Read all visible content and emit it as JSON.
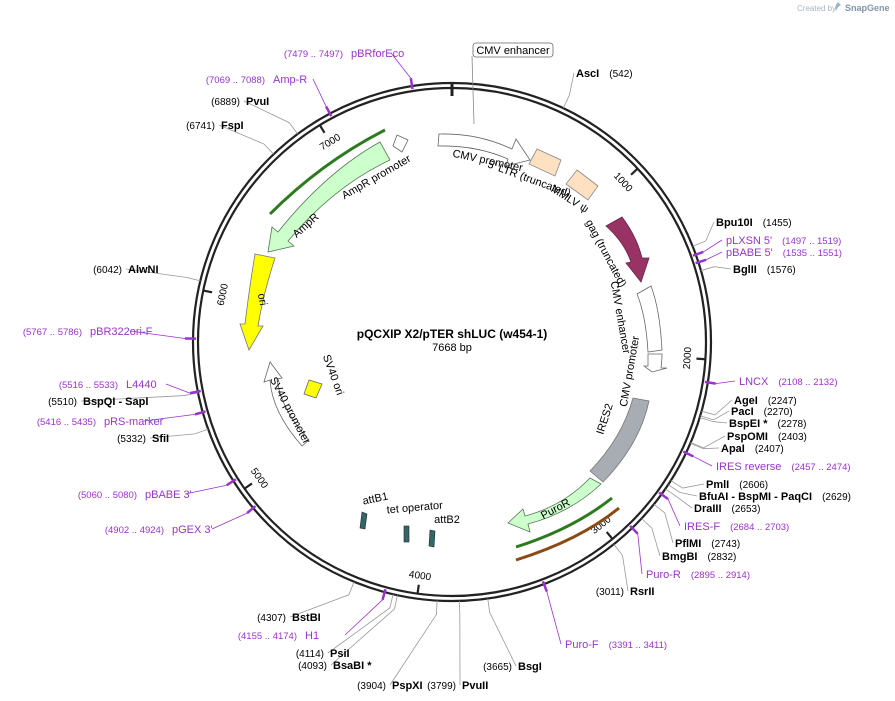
{
  "credit": {
    "created_by": "Created by",
    "brand": "SnapGene"
  },
  "plasmid": {
    "name": "pQCXIP X2/pTER shLUC (w454-1)",
    "size_label": "7668 bp",
    "length": 7668
  },
  "colors": {
    "enzyme": "#000000",
    "primer": "#9933cc",
    "backbone": "#222222",
    "ampr": "#ccffcc",
    "ori": "#ffff00",
    "ltr": "#ffe0c0",
    "gag": "#993366",
    "ires": "#a8adb4",
    "puror": "#ccffcc",
    "operator": "#336666",
    "promoter": "#ffffff"
  },
  "ticks": [
    "1000",
    "2000",
    "3000",
    "4000",
    "5000",
    "6000",
    "7000"
  ],
  "enzymes": [
    {
      "name": "AscI",
      "pos": "(542)",
      "bp": 542
    },
    {
      "name": "Bpu10I",
      "pos": "(1455)",
      "bp": 1455
    },
    {
      "name": "BglII",
      "pos": "(1576)",
      "bp": 1576
    },
    {
      "name": "AgeI",
      "pos": "(2247)",
      "bp": 2247
    },
    {
      "name": "PacI",
      "pos": "(2270)",
      "bp": 2270
    },
    {
      "name": "BspEI *",
      "pos": "(2278)",
      "bp": 2278
    },
    {
      "name": "PspOMI",
      "pos": "(2403)",
      "bp": 2403
    },
    {
      "name": "ApaI",
      "pos": "(2407)",
      "bp": 2407
    },
    {
      "name": "PmlI",
      "pos": "(2606)",
      "bp": 2606
    },
    {
      "name": "BfuAI - BspMI - PaqCI",
      "pos": "(2629)",
      "bp": 2629
    },
    {
      "name": "DraIII",
      "pos": "(2653)",
      "bp": 2653
    },
    {
      "name": "PflMI",
      "pos": "(2743)",
      "bp": 2743
    },
    {
      "name": "BmgBI",
      "pos": "(2832)",
      "bp": 2832
    },
    {
      "name": "RsrII",
      "pos": "(3011)",
      "bp": 3011
    },
    {
      "name": "BsgI",
      "pos": "(3665)",
      "bp": 3665
    },
    {
      "name": "PvuII",
      "pos": "(3799)",
      "bp": 3799
    },
    {
      "name": "PspXI",
      "pos": "(3904)",
      "bp": 3904
    },
    {
      "name": "BsaBI *",
      "pos": "(4093)",
      "bp": 4093
    },
    {
      "name": "PsiI",
      "pos": "(4114)",
      "bp": 4114
    },
    {
      "name": "BstBI",
      "pos": "(4307)",
      "bp": 4307
    },
    {
      "name": "SfiI",
      "pos": "(5332)",
      "bp": 5332
    },
    {
      "name": "BspQI - SapI",
      "pos": "(5510)",
      "bp": 5510
    },
    {
      "name": "AlwNI",
      "pos": "(6042)",
      "bp": 6042
    },
    {
      "name": "FspI",
      "pos": "(6741)",
      "bp": 6741
    },
    {
      "name": "PvuI",
      "pos": "(6889)",
      "bp": 6889
    }
  ],
  "primers": [
    {
      "name": "pLXSN 5'",
      "range": "(1497 .. 1519)",
      "bp": 1497
    },
    {
      "name": "pBABE 5'",
      "range": "(1535 .. 1551)",
      "bp": 1535
    },
    {
      "name": "LNCX",
      "range": "(2108 .. 2132)",
      "bp": 2108
    },
    {
      "name": "IRES reverse",
      "range": "(2457 .. 2474)",
      "bp": 2457
    },
    {
      "name": "IRES-F",
      "range": "(2684 .. 2703)",
      "bp": 2684
    },
    {
      "name": "Puro-R",
      "range": "(2895 .. 2914)",
      "bp": 2895
    },
    {
      "name": "Puro-F",
      "range": "(3391 .. 3411)",
      "bp": 3391
    },
    {
      "name": "H1",
      "range": "(4155 .. 4174)",
      "bp": 4155
    },
    {
      "name": "pGEX 3'",
      "range": "(4902 .. 4924)",
      "bp": 4902
    },
    {
      "name": "pBABE 3'",
      "range": "(5060 .. 5080)",
      "bp": 5060
    },
    {
      "name": "pRS-marker",
      "range": "(5416 .. 5435)",
      "bp": 5416
    },
    {
      "name": "L4440",
      "range": "(5516 .. 5533)",
      "bp": 5516
    },
    {
      "name": "pBR322ori-F",
      "range": "(5767 .. 5786)",
      "bp": 5767
    },
    {
      "name": "Amp-R",
      "range": "(7069 .. 7088)",
      "bp": 7069
    },
    {
      "name": "pBRforEco",
      "range": "(7479 .. 7497)",
      "bp": 7479
    }
  ],
  "features": {
    "cmv_enhancer_top": "CMV enhancer",
    "cmv_promoter_top": "CMV promoter",
    "ltr5": "5' LTR (truncated)",
    "mmlv_psi": "MMLV ψ",
    "gag": "gag (truncated)",
    "cmv_enhancer_right": "CMV enhancer",
    "cmv_promoter_right": "CMV promoter",
    "ires2": "IRES2",
    "puror": "PuroR",
    "att_b1": "attB1",
    "tet_operator": "tet operator",
    "att_b2": "attB2",
    "sv40_promoter": "SV40 promoter",
    "sv40_ori": "SV40 ori",
    "ori": "ori",
    "ampr": "AmpR",
    "ampr_promoter": "AmpR promoter"
  }
}
